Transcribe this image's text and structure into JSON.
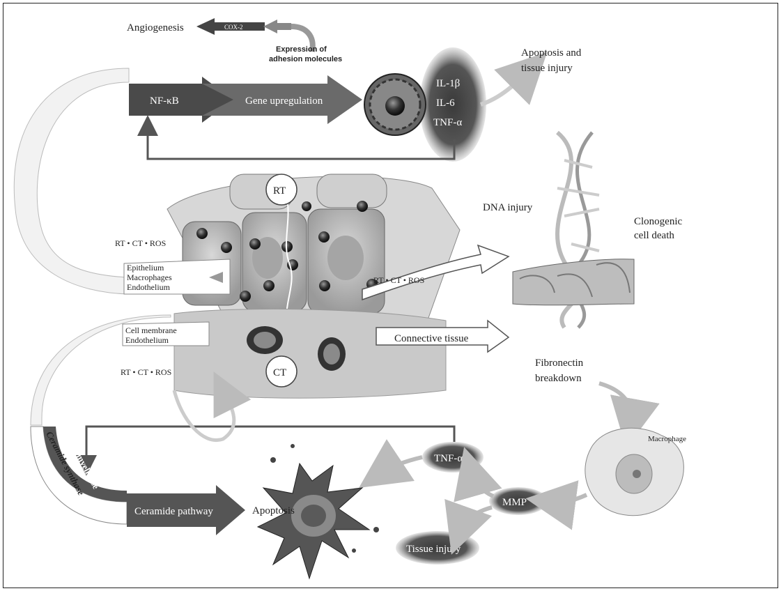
{
  "labels": {
    "angiogenesis": "Angiogenesis",
    "cox2": "COX-2",
    "expression_line1": "Expression of",
    "expression_line2": "adhesion molecules",
    "nfkb": "NF-κB",
    "gene_upregulation": "Gene upregulation",
    "il1b": "IL-1β",
    "il6": "IL-6",
    "tnfa_top": "TNF-α",
    "apoptosis_injury_line1": "Apoptosis and",
    "apoptosis_injury_line2": "tissue injury",
    "rt": "RT",
    "dna_injury": "DNA injury",
    "clonogenic_line1": "Clonogenic",
    "clonogenic_line2": "cell death",
    "rt_ct_ros_1": "RT • CT • ROS",
    "rt_ct_ros_2": "RT • CT • ROS",
    "rt_ct_ros_3": "RT • CT • ROS",
    "epithelium": "Epithelium",
    "macrophages": "Macrophages",
    "endothelium_top": "Endothelium",
    "cell_membrane": "Cell membrane",
    "endothelium_bottom": "Endothelium",
    "connective_tissue": "Connective tissue",
    "ct": "CT",
    "fibronectin_line1": "Fibronectin",
    "fibronectin_line2": "breakdown",
    "sphingomyelinase": "Sphingomyelinase",
    "ceramide_synthase": "Ceramide synthase",
    "ceramide_pathway": "Ceramide pathway",
    "apoptosis": "Apoptosis",
    "tnfa_bottom": "TNF-α",
    "mmp": "MMP",
    "tissue_injury": "Tissue injury",
    "macrophage": "Macrophage"
  }
}
